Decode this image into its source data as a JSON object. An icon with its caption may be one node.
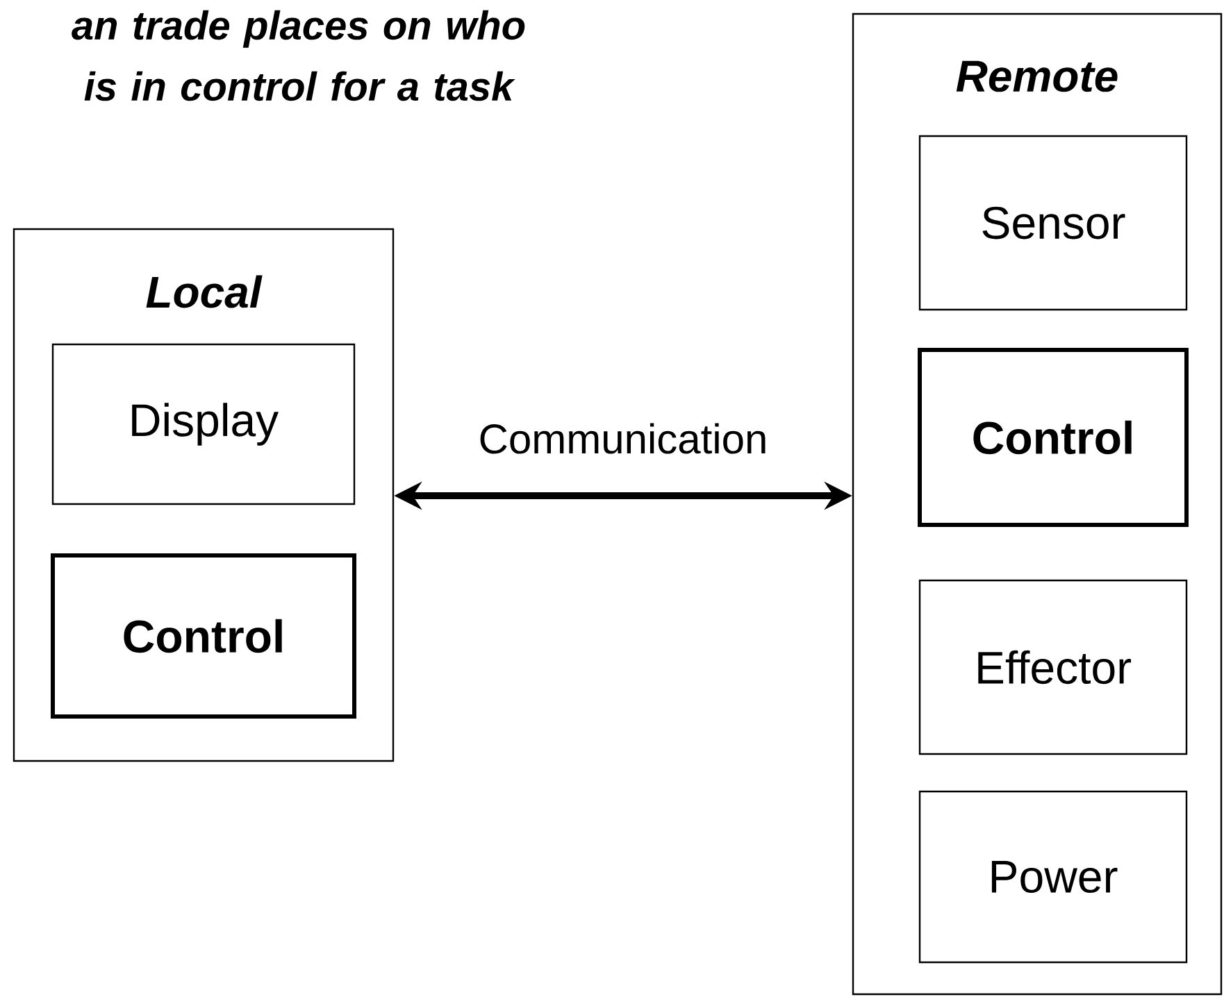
{
  "diagram": {
    "title": "an trade places on who is in control for a task",
    "nodes": [
      {
        "text": [
          "Local"
        ]
      },
      {
        "text": [
          "Display"
        ],
        "in": 0
      },
      {
        "text": [
          "Control"
        ],
        "in": 0
      },
      {
        "text": [
          "Remote"
        ]
      },
      {
        "text": [
          "Sensor"
        ],
        "in": 3
      },
      {
        "text": [
          "Control"
        ],
        "in": 3
      },
      {
        "text": [
          "Effector"
        ],
        "in": 3
      },
      {
        "text": [
          "Power"
        ],
        "in": 3
      }
    ],
    "edges": [
      {
        "from": 0,
        "to": 3,
        "arrow": "both",
        "label": "Communication"
      }
    ]
  }
}
